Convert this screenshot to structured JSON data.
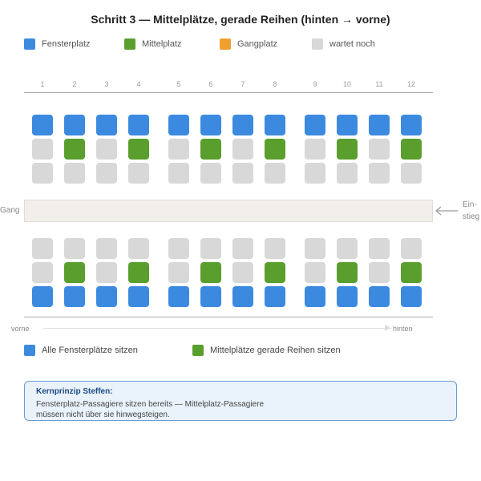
{
  "title": "Schritt 3 — Mittelplätze, gerade Reihen (hinten → vorne)",
  "legend": [
    {
      "label": "Fensterplatz",
      "color": "#3b8ae0"
    },
    {
      "label": "Mittelplatz",
      "color": "#5a9e2e"
    },
    {
      "label": "Gangplatz",
      "color": "#f0a030"
    },
    {
      "label": "wartet noch",
      "color": "#d8d8d8"
    }
  ],
  "columns": [
    "1",
    "2",
    "3",
    "4",
    "5",
    "6",
    "7",
    "8",
    "9",
    "10",
    "11",
    "12"
  ],
  "colors": {
    "window": "#3b8ae0",
    "middle": "#5a9e2e",
    "aisle": "#f0a030",
    "waiting": "#d8d8d8"
  },
  "aisle_label": "Gang",
  "entry_label": [
    "Ein-",
    "stieg"
  ],
  "direction": {
    "front": "vorne",
    "back": "hinten"
  },
  "bottom_legend": [
    {
      "label": "Alle Fensterplätze sitzen",
      "color": "#3b8ae0"
    },
    {
      "label": "Mittelplätze gerade Reihen sitzen",
      "color": "#5a9e2e"
    }
  ],
  "note": {
    "title": "Kernprinzip Steffen:",
    "body": "Fensterplatz-Passagiere sitzen bereits — Mittelplatz-Passagiere müssen nicht über sie hinwegsteigen."
  },
  "seats": {
    "top": [
      [
        "window",
        "window",
        "window",
        "window",
        "window",
        "window",
        "window",
        "window",
        "window",
        "window",
        "window",
        "window"
      ],
      [
        "waiting",
        "middle",
        "waiting",
        "middle",
        "waiting",
        "middle",
        "waiting",
        "middle",
        "waiting",
        "middle",
        "waiting",
        "middle"
      ],
      [
        "waiting",
        "waiting",
        "waiting",
        "waiting",
        "waiting",
        "waiting",
        "waiting",
        "waiting",
        "waiting",
        "waiting",
        "waiting",
        "waiting"
      ]
    ],
    "bottom": [
      [
        "waiting",
        "waiting",
        "waiting",
        "waiting",
        "waiting",
        "waiting",
        "waiting",
        "waiting",
        "waiting",
        "waiting",
        "waiting",
        "waiting"
      ],
      [
        "waiting",
        "middle",
        "waiting",
        "middle",
        "waiting",
        "middle",
        "waiting",
        "middle",
        "waiting",
        "middle",
        "waiting",
        "middle"
      ],
      [
        "window",
        "window",
        "window",
        "window",
        "window",
        "window",
        "window",
        "window",
        "window",
        "window",
        "window",
        "window"
      ]
    ]
  }
}
